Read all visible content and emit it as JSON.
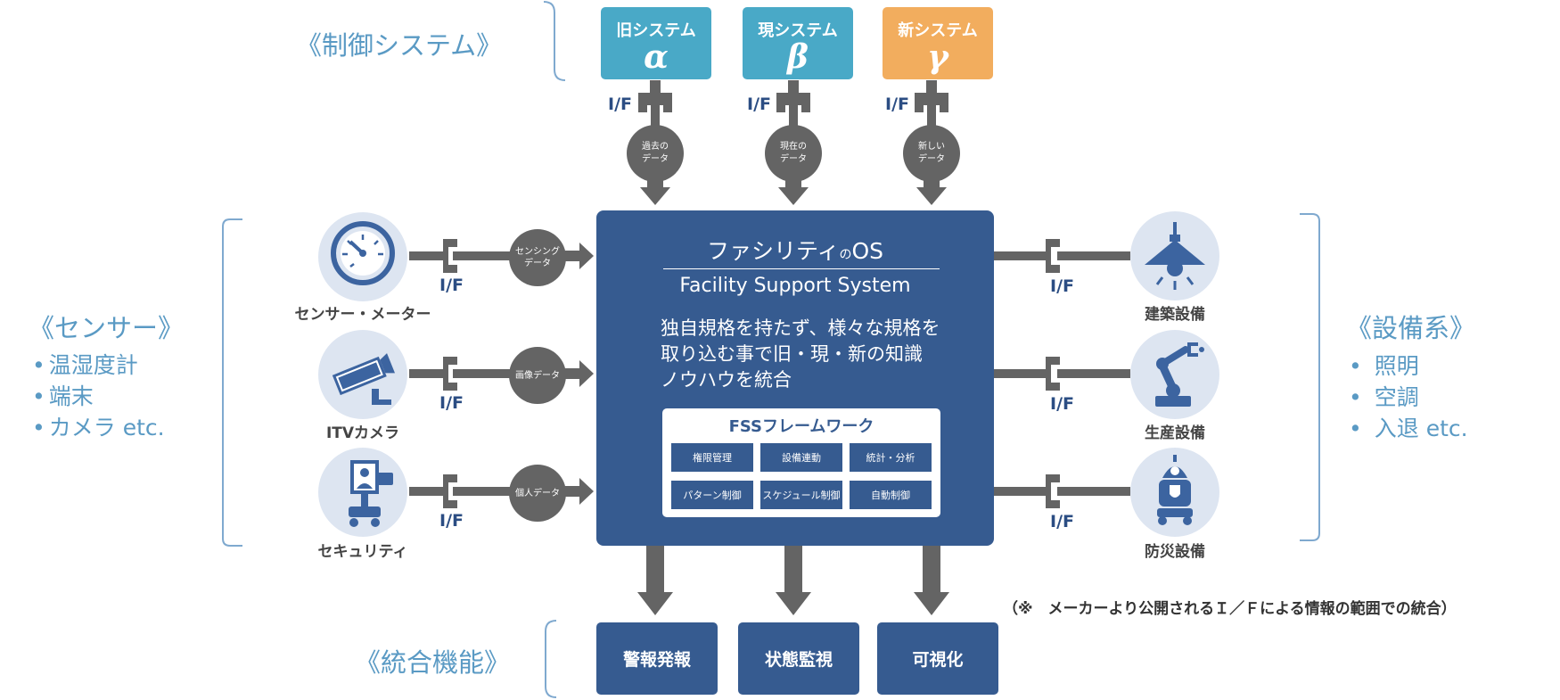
{
  "colors": {
    "main_blue": "#365b90",
    "sys_alpha": "#49a9c7",
    "sys_beta": "#49a9c7",
    "sys_gamma": "#f2ad5e",
    "arrow_gray": "#646464",
    "section_text": "#5a9ac4",
    "icon_bg": "#dde5f1"
  },
  "sections": {
    "control": "《制御システム》",
    "sensor": "《センサー》",
    "equipment": "《設備系》",
    "integration": "《統合機能》"
  },
  "sensor_list": [
    "温湿度計",
    "端末",
    "カメラ etc."
  ],
  "equipment_list": [
    "照明",
    "空調",
    "入退 etc."
  ],
  "systems": [
    {
      "name": "旧システム",
      "greek": "α",
      "if": "I/F",
      "data": [
        "過去の",
        "データ"
      ]
    },
    {
      "name": "現システム",
      "greek": "β",
      "if": "I/F",
      "data": [
        "現在の",
        "データ"
      ]
    },
    {
      "name": "新システム",
      "greek": "γ",
      "if": "I/F",
      "data": [
        "新しい",
        "データ"
      ]
    }
  ],
  "sensors": [
    {
      "label": "センサー・メーター",
      "icon": "gauge-icon",
      "if": "I/F",
      "data": [
        "センシング",
        "データ"
      ]
    },
    {
      "label": "ITVカメラ",
      "icon": "camera-icon",
      "if": "I/F",
      "data": [
        "画像データ"
      ]
    },
    {
      "label": "セキュリティ",
      "icon": "security-icon",
      "if": "I/F",
      "data": [
        "個人データ"
      ]
    }
  ],
  "equipment": [
    {
      "label": "建築設備",
      "icon": "lamp-icon",
      "if": "I/F"
    },
    {
      "label": "生産設備",
      "icon": "robot-arm-icon",
      "if": "I/F"
    },
    {
      "label": "防災設備",
      "icon": "disaster-robot-icon",
      "if": "I/F"
    }
  ],
  "main": {
    "title_pre": "ファシリティ",
    "title_small": "の",
    "title_post": "OS",
    "subtitle": "Facility Support System",
    "description": [
      "独自規格を持たず、様々な規格を",
      "取り込む事で旧・現・新の知識",
      "ノウハウを統合"
    ],
    "framework_title": "FSSフレームワーク",
    "framework_items": [
      "権限管理",
      "設備連動",
      "統計・分析",
      "パターン制御",
      "スケジュール制御",
      "自動制御"
    ]
  },
  "functions": [
    "警報発報",
    "状態監視",
    "可視化"
  ],
  "note": "（※　メーカーより公開されるＩ／Ｆによる情報の範囲での統合）"
}
